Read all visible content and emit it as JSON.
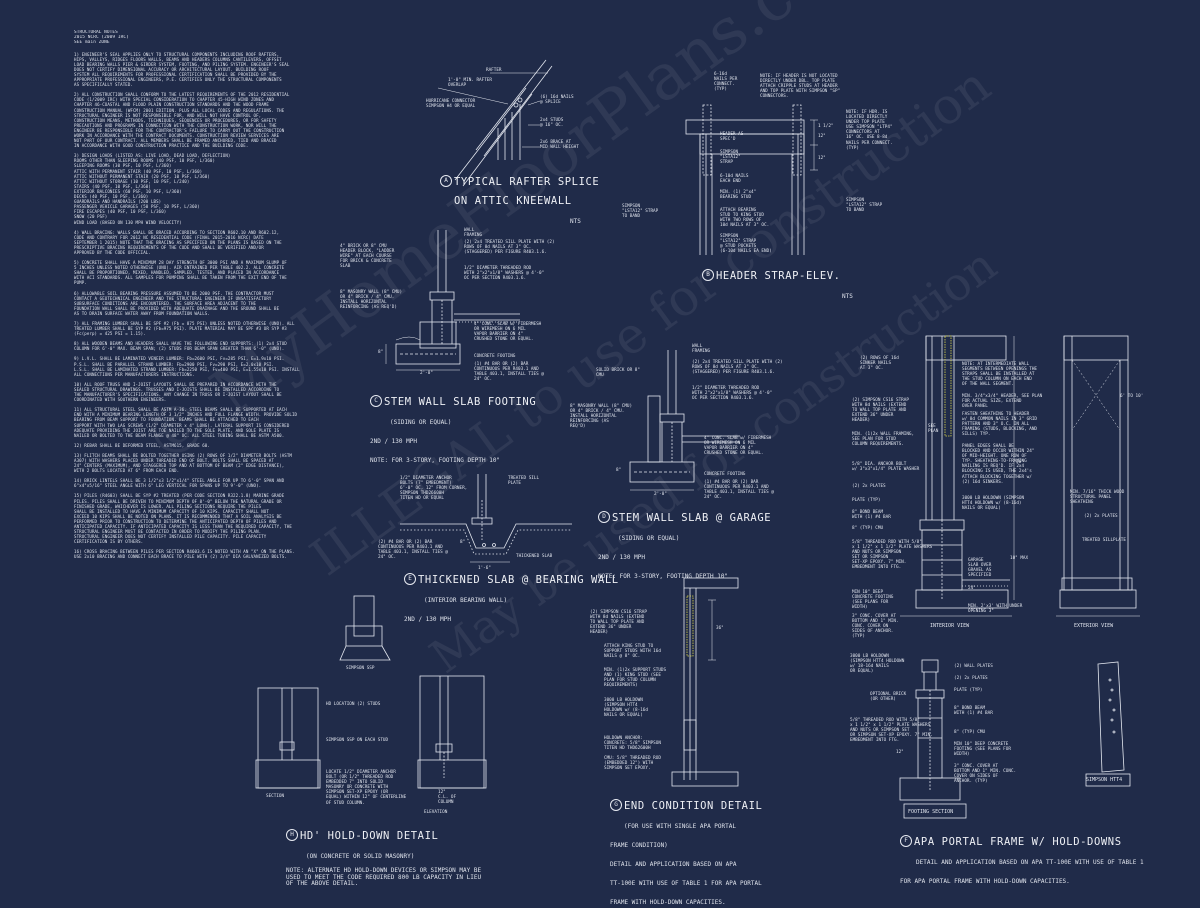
{
  "structural_notes": {
    "heading": [
      "STRUCTURAL NOTES",
      "2015 NCRC (2009 IRC)",
      "SEE main ZONE"
    ],
    "paragraphs": [
      [
        "1) ENGINEER'S SEAL APPLIES ONLY TO STRUCTURAL COMPONENTS INCLUDING ROOF RAFTERS,",
        "HIPS, VALLEYS, RIDGES FLOORS WALLS, BEAMS AND HEADERS COLUMNS CANTILEVERS, OFFSET",
        "LOAD BEARING WALLS PIER & GIRDER SYSTEM, FOOTING, AND PILING SYSTEM. ENGINEER'S SEAL",
        "DOES NOT CERTIFY DIMENSIONAL ACCURACY OR ARCHITECTURAL LAYOUT. BUILDING ROOF",
        "SYSTEM ALL REQUIREMENTS FOR PROFESSIONAL CERTIFICATION SHALL BE PROVIDED BY THE",
        "APPROPRIATE PROFESSIONAL ENGINEERS, P.E. CERTIFIES ONLY THE STRUCTURAL COMPONENTS",
        "AS SPECIFICALLY STATED."
      ],
      [
        "2) ALL CONSTRUCTION SHALL CONFORM TO THE LATEST REQUIREMENTS OF THE 2012 RESIDENTIAL",
        "CODE (1/2009 IRC) WITH SPECIAL CONSIDERATION TO CHAPTER 45-HIGH WIND ZONES AND",
        "CHAPTER 46-COASTAL AND FLOOD PLAIN CONSTRUCTION STANDARDS AND THE WOOD FRAME",
        "CONSTRUCTION MANUAL (WFCM) 2001 EDITION. PLUS ALL LOCAL CODES AND REGULATIONS. THE",
        "STRUCTURAL ENGINEER IS NOT RESPONSIBLE FOR, AND WILL NOT HAVE CONTROL OF,",
        "CONSTRUCTION MEANS, METHODS, TECHNIQUES, SEQUENCES OR PROCEDURES, OR FOR SAFETY",
        "PRECAUTIONS AND PROGRAMS IN CONNECTION WITH THE CONSTRUCTION WORK, NOR WILL THE",
        "ENGINEER BE RESPONSIBLE FOR THE CONTRACTOR'S FAILURE TO CARRY OUT THE CONSTRUCTION",
        "WORK IN ACCORDANCE WITH THE CONTRACT DOCUMENTS. CONSTRUCTION REVIEW SERVICES ARE",
        "NOT PART OF OUR CONTRACT. ALL MEMBERS SHALL BE FRAMED ANCHORED, TIED AND BRACED",
        "IN ACCORDANCE WITH GOOD CONSTRUCTION PRACTICE AND THE BUILDING CODE."
      ],
      [
        "3) DESIGN LOADS (LISTED AS: LIVE LOAD, DEAD LOAD, DEFLECTION)",
        "ROOMS OTHER THAN SLEEPING ROOMS (40 PSF, 10 PSF, L/360)",
        "SLEEPING ROOMS (30 PSF, 10 PSF, L/360)",
        "ATTIC WITH PERMANENT STAIR (40 PSF, 10 PSF, L/360)",
        "ATTIC WITHOUT PERMANENT STAIR (20 PSF, 10 PSF, L/360)",
        "ATTIC WITHOUT STORAGE (10 PSF, 10 PSF, L/240)",
        "STAIRS (40 PSF, 10 PSF, L/360)",
        "EXTERIOR BALCONIES (60 PSF, 10 PSF, L/360)",
        "DECKS (40 PSF, 10 PSF, L/360)",
        "GUARDRAILS AND HANDRAILS (200 LBS)",
        "PASSENGER VEHICLE GARAGES (50 PSF, 10 PSF, L/360)",
        "FIRE ESCAPES (40 PSF, 10 PSF, L/360)",
        "SNOW (20 PSF)",
        "WIND LOAD (BASED ON 130 MPH WIND VELOCITY)"
      ],
      [
        "4) WALL BRACING: WALLS SHALL BE BRACED ACCORDING TO SECTION R602.10 AND R602.12,",
        "CODE AND CONTRARY FOR 2012 NC RESIDENTIAL CODE (FINAL 2015-2016 NCRC) DATE",
        "SEPTEMBER 1 2015) NOTE THAT THE BRACING AS SPECIFIED ON THE PLANS IS BASED ON THE",
        "PRESCRIPTIVE BRACING REQUIREMENTS OF THE CODE AND SHALL BE VERIFIED AND/OR",
        "APPROVED BY THE CODE OFFICIAL."
      ],
      [
        "5) CONCRETE SHALL HAVE A MINIMUM 28 DAY STRENGTH OF 3000 PSI AND A MAXIMUM SLUMP OF",
        "5 INCHES UNLESS NOTED OTHERWISE (UNO). AIR ENTRAINED PER TABLE 402.2. ALL CONCRETE",
        "SHALL BE PROPORTIONED, MIXED, HANDLED, SAMPLED, TESTED, AND PLACED IN ACCORDANCE",
        "WITH ACI STANDARDS. ALL SAMPLES FOR PUMPING SHALL BE TAKEN FROM THE EXIT END OF THE",
        "PUMP."
      ],
      [
        "6) ALLOWABLE SOIL BEARING PRESSURE ASSUMED TO BE 2000 PSF. THE CONTRACTOR MUST",
        "CONTACT A GEOTECHNICAL ENGINEER AND THE STRUCTURAL ENGINEER IF UNSATISFACTORY",
        "SUBSURFACE CONDITIONS ARE ENCOUNTERED. THE SURFACE AREA ADJACENT TO THE",
        "FOUNDATION WALL SHALL BE PROVIDED WITH ADEQUATE DRAINAGE AND THE GROUND SHALL BE",
        "AS TO DRAIN SURFACE WATER AWAY FROM FOUNDATION WALLS."
      ],
      [
        "7) ALL FRAMING LUMBER SHALL BE SPF #2 (Fb = 875 PSI) UNLESS NOTED OTHERWISE (UNO). ALL",
        "TREATED LUMBER SHALL BE SYP #2 (Fb=975 PSI). PLATE MATERIAL MAY BE SPF #3 OR SYP #3",
        "(Fc(perp) = 425 PSI = 1.15)."
      ],
      [
        "8) ALL WOODEN BEAMS AND HEADERS SHALL HAVE THE FOLLOWING END SUPPORTS: (1) 2x4 STUD",
        "COLUMN FOR 6'-0\" MAX. BEAM SPAN; (2) STUDS FOR BEAM SPAN GREATER THAN 6'-0\" (UNO)."
      ],
      [
        "9) L.V.L. SHALL BE LAMINATED VENEER LUMBER: Fb=2600 PSI, Fv=285 PSI, E=1.9x10 PSI.",
        "P.S.L. SHALL BE PARALLEL STRAND LUMBER: Fb=2900 PSI, Fv=290 PSI, E=2.0x10 PSI.",
        "L.S.L. SHALL BE LAMINATED STRAND LUMBER: Fb=2250 PSI, Fv=400 PSI, E=1.55x10 PSI. INSTALL",
        "ALL CONNECTIONS PER MANUFACTURERS INSTRUCTIONS."
      ],
      [
        "10) ALL ROOF TRUSS AND I-JOIST LAYOUTS SHALL BE PREPARED IN ACCORDANCE WITH THE",
        "SEALED STRUCTURAL DRAWINGS. TRUSSES AND I-JOISTS SHALL BE INSTALLED ACCORDING TO",
        "THE MANUFACTURER'S SPECIFICATIONS. ANY CHANGE IN TRUSS OR I-JOIST LAYOUT SHALL BE",
        "COORDINATED WITH SOUTHERN ENGINEERS."
      ],
      [
        "11) ALL STRUCTURAL STEEL SHALL BE ASTM A-36. STEEL BEAMS SHALL BE SUPPORTED AT EACH",
        "END WITH A MINIMUM BEARING LENGTH OF 3 1/2\" INCHES AND FULL FLANGE WIDTH. PROVIDE SOLID",
        "BEARING FROM BEAM SUPPORT TO FOUNDATION. BEAMS SHALL BE ATTACHED TO EACH",
        "SUPPORT WITH TWO LAG SCREWS (1/2\" DIAMETER x 4\" LONG). LATERAL SUPPORT IS CONSIDERED",
        "ADEQUATE PROVIDING THE JOIST ARE TOE NAILED TO THE SOLE PLATE, AND SOLE PLATE IS",
        "NAILED OR BOLTED TO THE BEAM FLANGE @ 48\" OC. ALL STEEL TUBING SHALL BE ASTM A500."
      ],
      [
        "12) REBAR SHALL BE DEFORMED STEEL, ASTM615, GRADE 60."
      ],
      [
        "13) FLITCH BEAMS SHALL BE BOLTED TOGETHER USING (2) ROWS OF 1/2\" DIAMETER BOLTS (ASTM",
        "A307) WITH WASHERS PLACED UNDER THREADED END OF BOLT. BOLTS SHALL BE SPACED AT",
        "24\" CENTERS (MAXIMUM), AND STAGGERED TOP AND AT BOTTOM OF BEAM (2\" EDGE DISTANCE),",
        "WITH 2 BOLTS LOCATED AT 6\" FROM EACH END."
      ],
      [
        "14) BRICK LINTELS SHALL BE 3 1/2\"x3 1/2\"x1/4\" STEEL ANGLE FOR UP TO 6'-0\" SPAN AND",
        "6\"x4\"x5/16\" STEEL ANGLE WITH 6\" LEG VERTICAL FOR SPANS UP TO 9'-0\" (UNO)."
      ],
      [
        "15) PILES (R4603) SHALL BE SYP #2 TREATED (PER CODE SECTION R322.1.8) MARINE GRADE",
        "PILES. PILES SHALL BE DRIVEN TO MINIMUM DEPTH OF 8'-0\" BELOW THE NATURAL GRADE OR",
        "FINISHED GRADE, WHICHEVER IS LOWER. ALL PILING SECTIONS REQUIRE THE PILES",
        "SHALL BE INSTALLED TO HAVE A MINIMUM CAPACITY OF 10 KIPS. CAPACITY SHALL NOT",
        "EXCEED 10 KIPS SHALL BE NOTED ON PLANS. IT IS RECOMMENDED THAT A SOIL ANALYSIS BE",
        "PERFORMED PRIOR TO CONSTRUCTION TO DETERMINE THE ANTICIPATED DEPTH OF PILES AND",
        "ANTICIPATED CAPACITY. IF ANTICIPATED CAPACITY IS LESS THAN THE REQUIRED CAPACITY, THE",
        "STRUCTURAL ENGINEER MUST BE CONTACTED IN ORDER TO MODIFY THE PILING PLAN.",
        "STRUCTURAL ENGINEER DOES NOT CERTIFY INSTALLED PILE CAPACITY. PILE CAPACITY",
        "CERTIFICATION IS BY OTHERS."
      ],
      [
        "16) CROSS BRACING BETWEEN PILES PER SECTION R4603.6 IS NOTED WITH AN \"X\" ON THE PLANS.",
        "USE 2x10 BRACING AND CONNECT EACH BRACE TO PILE WITH (2) 3/4\" DIA GALVANIZED BOLTS."
      ]
    ]
  },
  "details": {
    "a": {
      "marker": "A",
      "title": "TYPICAL RAFTER SPLICE",
      "title2": "ON ATTIC KNEEWALL",
      "sub": "NTS",
      "labels": [
        "RAFTER",
        "1'-0\" MIN. RAFTER\nOVERLAP",
        "HURRICANE CONNECTOR\nSIMPSON H4 OR EQUAL",
        "(6) 16d NAILS\n@ SPLICE",
        "2x4 STUDS\n@ 16\" OC.",
        "2x6 BRACE AT\nMID WALL HEIGHT"
      ]
    },
    "b": {
      "marker": "B",
      "title": "HEADER STRAP-ELEV.",
      "sub": "NTS",
      "labels": [
        "6-16d\nNAILS PER\nCONNECT.\n(TYP)",
        "NOTE: IF HEADER IS NOT LOCATED\nDIRECTLY UNDER DBL. TOP PLATE\nATTACH CRIPPLE STUDS AT HEADER\nAND TOP PLATE WITH SIMPSON \"SP\"\nCONNECTORS.",
        "HEADER AS\nSPEC'D",
        "SIMPSON\n\"LSTA12\"\nSTRAP",
        "6-10d NAILS\nEACH END",
        "MIN. (1) 2\"x4\"\nBEARING STUD",
        "ATTACH BEARING\nSTUD TO KING STUD\nWITH TWO ROWS OF\n10d NAILS AT 3\" OC.",
        "SIMPSON\n\"LSTA12\" STRAP\n@ STUD POCKETS\n(6-10d NAILS EA END)",
        "SIMPSON\n\"LSTA12\" STRAP\nTO BAND",
        "NOTE: IF HDR. IS\nLOCATED DIRECTLY\nUNDER TOP PLATE\nUSE SIMPSON \"LTP4\"\nCONNECTORS AT\n16\" OC. USE 8-8d\nNAILS PER CONNECT.\n(TYP)",
        "SIMPSON\n\"LSTA12\" STRAP\nTO BAND",
        "1 1/2\"",
        "12\"",
        "12\""
      ]
    },
    "c": {
      "marker": "C",
      "title": "STEM WALL SLAB FOOTING",
      "title2": "(SIDING OR EQUAL)\n2ND / 130 MPH\nNOTE: FOR 3-STORY, FOOTING DEPTH 10\"",
      "labels": [
        "4\" BRICK OR 8\" CMU\nHEADER BLOCK, \"LADDER\nWIRE\" AT EACH COURSE\nFOR BRICK & CONCRETE\nSLAB",
        "WALL\nFRAMING",
        "(2) 2x4 TREATED SILL PLATE WITH (2)\nROWS OF 8d NAILS AT 3\" OC.\n(STAGGERED) PER FIGURE R403.1.6.",
        "1/2\" DIAMETER THREADED ROD\nWITH 2\"x2\"x1/8\" WASHERS @ 4'-0\"\nOC PER SECTION R403.1.6.",
        "8\" MASONRY WALL (8\" CMU)\nOR 4\" BRICK / 4\" CMU.\nINSTALL HORIZONTAL\nREINFORCING (AS REQ'D)",
        "4\" CONC. SLAB w/ FIBERMESH\nOR WIREMESH ON 6 MIL\nVAPOR BARRIER ON 4\"\nCRUSHED STONE OR EQUAL.",
        "CONCRETE FOOTING",
        "(1) #4 BAR OR (2) BAR\nCONTINUOUS PER R403.1 AND\nTABLE 403.1, INSTALL TIES @\n24\" OC.",
        "2'-0\"",
        "8\""
      ]
    },
    "d": {
      "marker": "D",
      "title": "STEM WALL SLAB @ GARAGE",
      "title2": "(SIDING OR EQUAL)\n2ND / 130 MPH\nNOTE: FOR 3-STORY, FOOTING DEPTH 10\"",
      "labels": [
        "WALL\nFRAMING",
        "SOLID BRICK OR 8\"\nCMU",
        "(2) 2x4 TREATED SILL PLATE WITH (2)\nROWS OF 8d NAILS AT 3\" OC.\n(STAGGERED) PER FIGURE R403.1.6.",
        "1/2\" DIAMETER THREADED ROD\nWITH 2\"x2\"x1/8\" WASHERS @ 4'-0\"\nOC PER SECTION R403.1.6.",
        "8\" MASONRY WALL (8\" CMU)\nOR 4\" BRICK / 4\" CMU.\nINSTALL HORIZONTAL\nREINFORCING (AS\nREQ'D)",
        "4\" CONC. SLAB w/ FIBERMESH\nOR WIREMESH ON 6 MIL\nVAPOR BARRIER ON 4\"\nCRUSHED STONE OR EQUAL.",
        "CONCRETE FOOTING",
        "(1) #4 BAR OR (2) BAR\nCONTINUOUS PER R403.1 AND\nTABLE 403.1, INSTALL TIES @\n24\" OC.",
        "2'-0\"",
        "8\""
      ]
    },
    "e": {
      "marker": "E",
      "title": "THICKENED SLAB @ BEARING WALL",
      "title2": "(INTERIOR BEARING WALL)\n2ND / 130 MPH",
      "labels": [
        "1/2\" DIAMETER ANCHOR\nBOLTS (7\" EMBEDMENT)\n6'-0\" OC, 12\" FROM CORNER,\nSIMPSON THD26600H\nTITEN HD OR EQUAL",
        "TREATED SILL\nPLATE",
        "(2) #4 BAR OR (2) BAR\nCONTINUOUS PER R403.1 AND\nTABLE 403.1, INSTALL TIES @\n24\" OC.",
        "1'-6\"",
        "8\"",
        "THICKENED SLAB"
      ]
    },
    "g": {
      "marker": "G",
      "title": "END CONDITION DETAIL",
      "title2": "(FOR USE WITH SINGLE APA PORTAL\nFRAME CONDITION)\nDETAIL AND APPLICATION BASED ON APA\nTT-100E WITH USE OF TABLE 1 FOR APA PORTAL\nFRAME WITH HOLD-DOWN CAPACITIES.",
      "labels": [
        "(2) SIMPSON CS16 STRAP\nWITH 8d NAILS (EXTEND\nTO WALL TOP PLATE AND\nEXTEND 36\" UNDER\nHEADER)",
        "ATTACH KING STUD TO\nSUPPORT STUDS WITH 16d\nNAILS @ 8\" OC.",
        "MIN. (1)2x SUPPORT STUDS\nAND (1) KING STUD (SEE\nPLAN FOR STUD COLUMN\nREQUIREMENTS)",
        "3000 LB HOLDOWN\n(SIMPSON HTT4\nHOLDOWN w/ (8-16d\nNAILS OR EQUAL)",
        "HOLDOWN ANCHOR:\nCONCRETE: 5/8\" SIMPSON\nTITEN HD THD62600H",
        "CMU: 5/8\" THREADED ROD\n(EMBEDDED 12\") WITH\nSIMPSON SET EPOXY.",
        "36\""
      ]
    },
    "h": {
      "marker": "H",
      "title": "HD' HOLD-DOWN DETAIL",
      "title2": "(ON CONCRETE OR SOLID MASONRY)",
      "sub": "NOTE: ALTERNATE HD HOLD-DOWN DEVICES OR SIMPSON MAY BE\nUSED TO MEET THE CODE REQUIRED 800 LB CAPACITY IN LIEU\nOF THE ABOVE DETAIL.",
      "labels": [
        "SIMPSON SSP",
        "HD LOCATION (2) STUDS",
        "SIMPSON SSP ON EACH STUD",
        "LOCATE 1/2\" DIAMETER ANCHOR\nBOLT (OR 1/2\" THREADED ROD\nEMBEDDED 7\" INTO SOLID\nMASONRY OR CONCRETE WITH\nSIMPSON SET-XP EPOXY (OR\nEQUAL) WITHIN 12\" OF CENTERLINE\nOF STUD COLUMN.",
        "SECTION",
        "ELEVATION",
        "12\"\nC.L. OF\nCOLUMN"
      ]
    },
    "f": {
      "marker": "F",
      "title": "APA PORTAL FRAME W/ HOLD-DOWNS",
      "title2": "DETAIL AND APPLICATION BASED ON APA TT-100E WITH USE OF TABLE 1\nFOR APA PORTAL FRAME WITH HOLD-DOWN CAPACITIES.",
      "labels": [
        "(2) ROWS OF 16d\nSINKER NAILS\nAT 3\" OC.",
        "(2) SIMPSON CS16 STRAP\nWITH 8d NAILS (EXTEND\nTO WALL TOP PLATE AND\nEXTEND 36\" UNDER\nHEADER)",
        "MIN. (1)2x WALL FRAMING,\nSEE PLAN FOR STUD\nCOLUMN REQUIREMENTS.",
        "5/8\" DIA. ANCHOR BOLT\nw/ 3\"x3\"x1/4\" PLATE WASHER",
        "(2) 2x PLATES",
        "PLATE (TYP)",
        "8\" BOND BEAM\nWITH (1) #4 BAR",
        "8\" (TYP) CMU",
        "5/8\" THREADED ROD WITH 5/8\"\nx 1 1/2\" x 1 1/2\" PLATE WASHERS\nAND NUTS OR SIMPSON\nSET OR SIMPSON\nSET-XP EPOXY. 7\" MIN.\nEMBEDMENT INTO FTG.",
        "MIN 10\" DEEP\nCONCRETE FOOTING\n(SEE PLANS FOR\nWIDTH)",
        "3\" CONC. COVER AT\nBOTTOM AND 1\" MIN.\nCONC. COVER ON\nSIDES OF ANCHOR.\n(TYP)",
        "NOTE: AT INTERMEDIATE WALL\nSEGMENTS BETWEEN OPENINGS THE\nSTRAPS SHALL BE INSTALLED AT\nTHE STUD COLUMN ON EACH END\nOF THE WALL SEGMENT.",
        "MIN. 3/4\"x3/4\" HEADER, SEE PLAN\nFOR ACTUAL SIZE, EXTEND\nOVER PANEL",
        "FASTEN SHEATHING TO HEADER\nw/ 8d COMMON NAILS IN 3\" GRID\nPATTERN AND 3\" O.C. IN ALL\nFRAMING (STUDS, BLOCKING, AND\nSILLS) TYP.",
        "PANEL EDGES SHALL BE\nBLOCKED AND OCCUR WITHIN 24\"\nOF MID-HEIGHT. ONE ROW OF\nTYP. SHEATHING-TO-FRAMING\nNAILING IS REQ'D. IF 2x4\nBLOCKING IS USED, THE 2x4's\nATTACH BLOCKING TOGETHER w/\n(2) 16d SINKERS.",
        "3000 LB HOLDOWN (SIMPSON\nHTT4 HOLDOWN w/ (8-16d)\nNAILS OR EQUAL)",
        "MIN. 7/16\" THICK WOOD\nSTRUCTURAL PANEL\nSHEATHING",
        "(2) 2x PLATES",
        "TREATED SILLPLATE",
        "GARAGE\nSLAB OVER\nGRAVEL AS\nSPECIFIED",
        "MIN. 2'x3' WITH UNDER\nOPENING 3\"",
        "INTERIOR VIEW",
        "EXTERIOR VIEW",
        "SEE\nPLAN",
        "3000 LB HOLDOWN\n(SIMPSON HTT4 HOLDOWN\nw/ 18-16d NAILS\nOR EQUAL)",
        "(2) WALL PLATES",
        "(2) 2x PLATES",
        "PLATE (TYP)",
        "OPTIONAL BRICK\n(OR OTHER)",
        "8\" BOND BEAM\nWITH (1) #4 BAR",
        "5/8\" THREADED ROD WITH 5/8\"\nx 1 1/2\" x 1 1/2\" PLATE WASHERS\nAND NUTS OR SIMPSON SET\nOR SIMPSON SET-XP EPOXY. 7\" MIN.\nEMBEDMENT INTO FTG.",
        "8\" (TYP) CMU",
        "MIN 10\" DEEP CONCRETE\nFOOTING (SEE PLANS FOR\nWIDTH)",
        "3\" CONC. COVER AT\nBOTTOM AND 1\" MIN. CONC.\nCOVER ON SIDES OF\nANCHOR. (TYP)",
        "FOOTING SECTION",
        "SIMPSON HTT4",
        "6' TO 10'",
        "10\" MAX",
        "24\"",
        "36\"",
        "12\""
      ]
    }
  },
  "watermark": [
    "© MyHomeFloorPlans.com",
    "ILLEGAL to use for construction",
    "May be used for construction"
  ]
}
